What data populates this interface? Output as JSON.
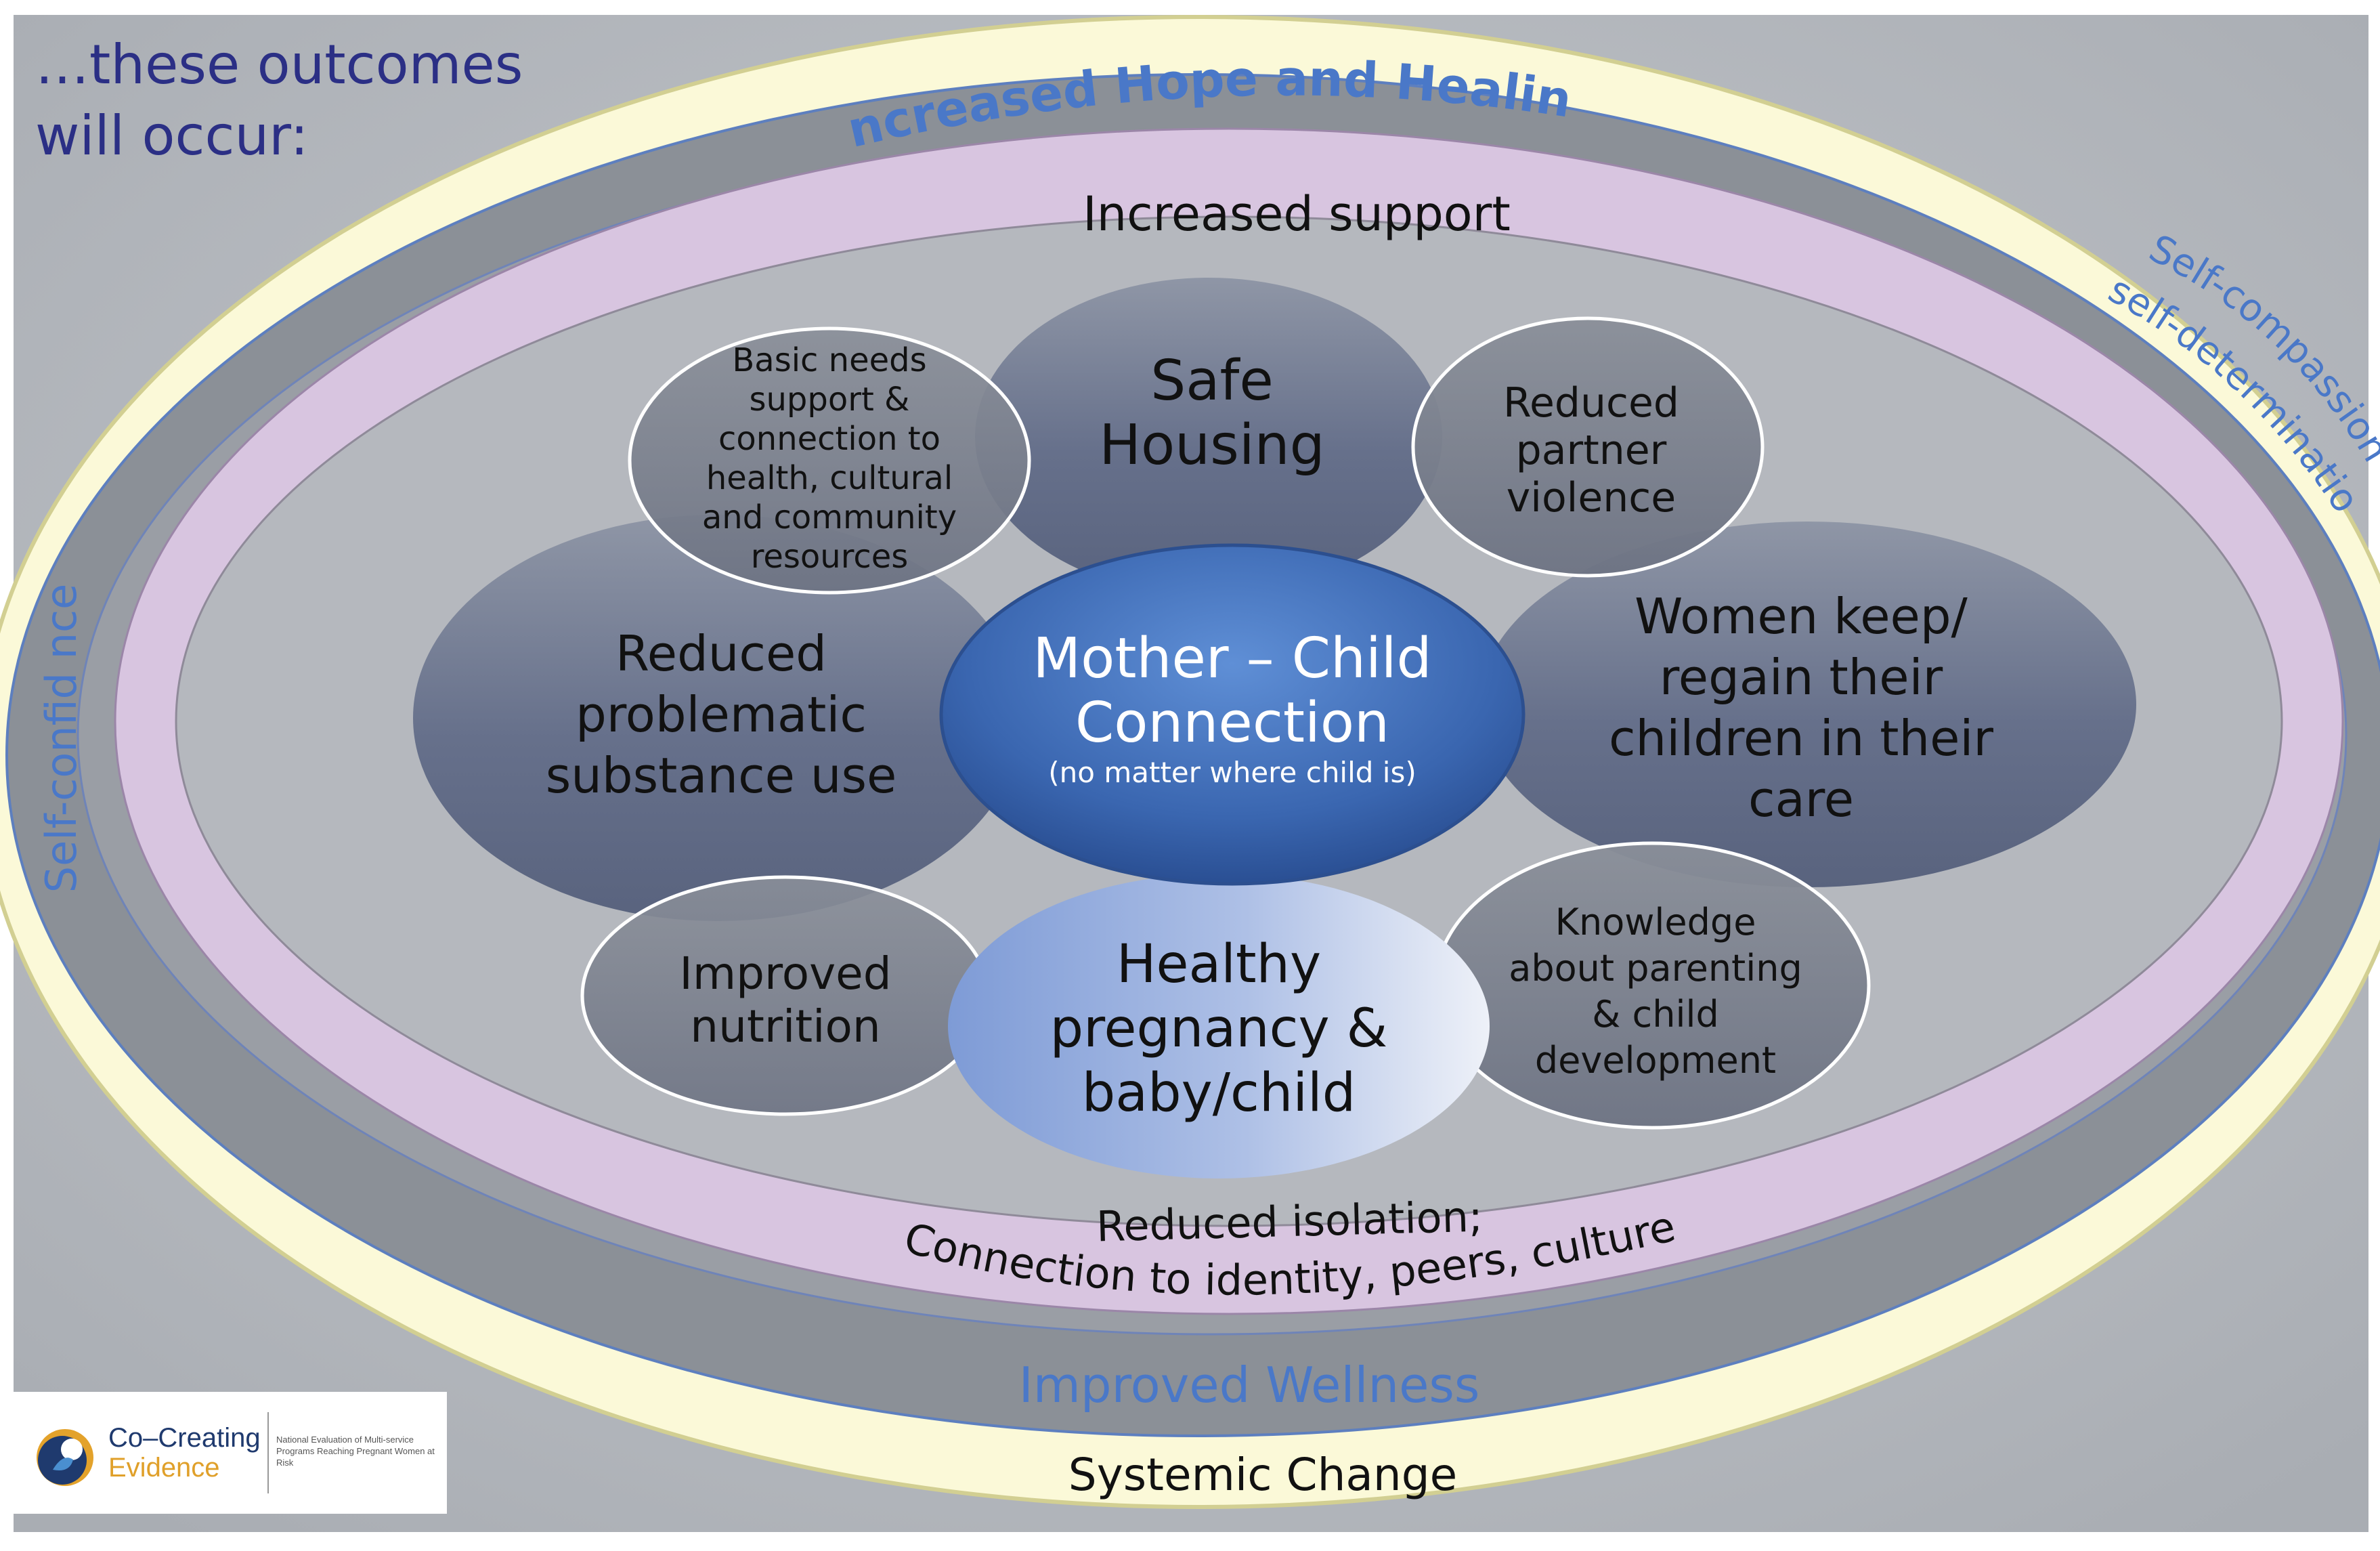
{
  "header": {
    "line1": "…these outcomes",
    "line2": "will occur:"
  },
  "rings": {
    "hope": "Increased Hope and Healing",
    "support": "Increased support",
    "self_compassion": "Self-compassion,",
    "self_determination": "self-determination",
    "self_confidence": "Self-confid nce",
    "isolation": "Reduced isolation;",
    "connection": "Connection to identity, peers, culture",
    "wellness": "Improved Wellness",
    "systemic": "Systemic Change"
  },
  "center": {
    "title_line1": "Mother – Child",
    "title_line2": "Connection",
    "subtitle": "(no matter where child is)"
  },
  "outcomes": {
    "basic_needs": [
      "Basic needs",
      "support &",
      "connection to",
      "health, cultural",
      "and community",
      "resources"
    ],
    "safe_housing": [
      "Safe",
      "Housing"
    ],
    "partner_violence": [
      "Reduced",
      "partner",
      "violence"
    ],
    "substance_use": [
      "Reduced",
      "problematic",
      "substance use"
    ],
    "women_keep": [
      "Women keep/",
      "regain their",
      "children in their",
      "care"
    ],
    "nutrition": [
      "Improved",
      "nutrition"
    ],
    "pregnancy": [
      "Healthy",
      "pregnancy &",
      "baby/child"
    ],
    "parenting": [
      "Knowledge",
      "about parenting",
      "& child",
      "development"
    ]
  },
  "logo": {
    "name_line1": "Co–Creating",
    "name_line2": "Evidence",
    "desc": "National Evaluation of Multi-service Programs Reaching Pregnant Women at Risk"
  },
  "colors": {
    "background": "#b3b7bd",
    "hope_ring": "#8b9097",
    "cream_ring": "#fbf9d8",
    "lavender_ring": "#d8c5e0",
    "center_blue": "#3a66b0",
    "dark_bubble": "#5a6680",
    "title_text": "#2b2f85",
    "ring_label_blue": "#4a78c8"
  }
}
